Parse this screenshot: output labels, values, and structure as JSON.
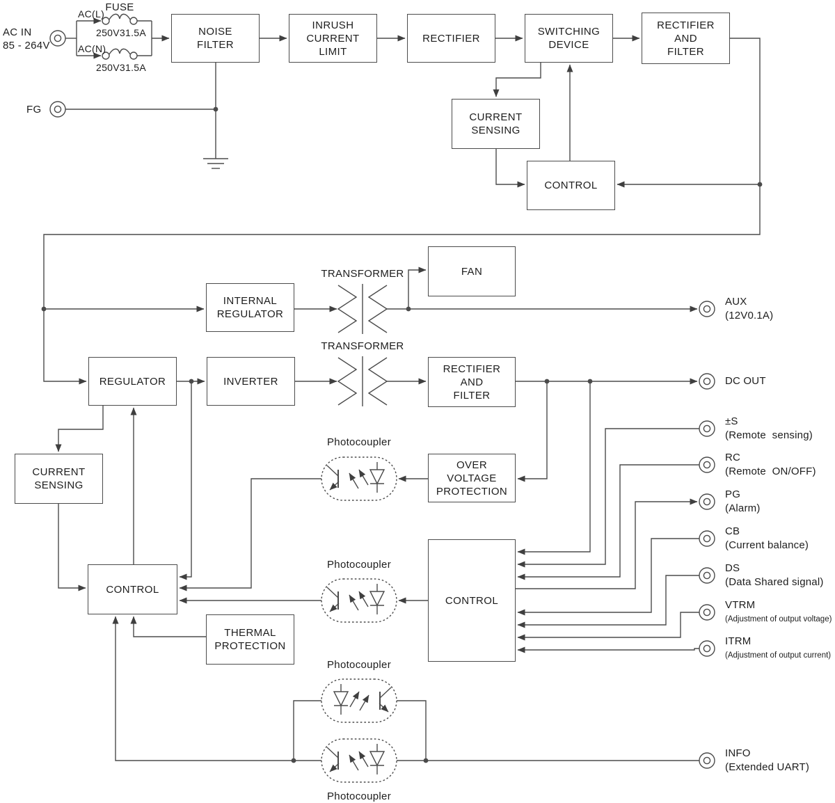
{
  "colors": {
    "line": "#4b4b4b",
    "text": "#1d1d1d",
    "background": "#ffffff"
  },
  "input_section": {
    "ac_in_line1": "AC IN",
    "ac_in_line2": "85 - 264V",
    "fg": "FG",
    "fuse": "FUSE",
    "ac_l": "AC(L)",
    "ac_n": "AC(N)",
    "fuse_rating_l": "250V31.5A",
    "fuse_rating_n": "250V31.5A"
  },
  "blocks": {
    "noise_filter": {
      "label": "NOISE\nFILTER"
    },
    "inrush_current_limit": {
      "label": "INRUSH\nCURRENT\nLIMIT"
    },
    "rectifier": {
      "label": "RECTIFIER"
    },
    "switching_device": {
      "label": "SWITCHING\nDEVICE"
    },
    "rectifier_and_filter_primary": {
      "label": "RECTIFIER\nAND\nFILTER"
    },
    "current_sensing_primary": {
      "label": "CURRENT\nSENSING"
    },
    "control_primary": {
      "label": "CONTROL"
    },
    "fan": {
      "label": "FAN"
    },
    "internal_regulator": {
      "label": "INTERNAL\nREGULATOR"
    },
    "regulator": {
      "label": "REGULATOR"
    },
    "inverter": {
      "label": "INVERTER"
    },
    "rectifier_and_filter_secondary": {
      "label": "RECTIFIER\nAND\nFILTER"
    },
    "over_voltage_protection": {
      "label": "OVER\nVOLTAGE\nPROTECTION"
    },
    "current_sensing_secondary": {
      "label": "CURRENT\nSENSING"
    },
    "control_secondary": {
      "label": "CONTROL"
    },
    "control_output": {
      "label": "CONTROL"
    },
    "thermal_protection": {
      "label": "THERMAL\nPROTECTION"
    }
  },
  "labels": {
    "transformer_1": "TRANSFORMER",
    "transformer_2": "TRANSFORMER",
    "photocoupler_1": "Photocoupler",
    "photocoupler_2": "Photocoupler",
    "photocoupler_3": "Photocoupler",
    "photocoupler_4": "Photocoupler"
  },
  "terminals": {
    "aux": {
      "name": "AUX",
      "desc": "(12V0.1A)"
    },
    "dc_out": {
      "name": "DC OUT",
      "desc": ""
    },
    "sense": {
      "name": "±S",
      "desc": "(Remote  sensing)"
    },
    "rc": {
      "name": "RC",
      "desc": "(Remote  ON/OFF)"
    },
    "pg": {
      "name": "PG",
      "desc": "(Alarm)"
    },
    "cb": {
      "name": "CB",
      "desc": "(Current balance)"
    },
    "ds": {
      "name": "DS",
      "desc": "(Data Shared signal)"
    },
    "vtrm": {
      "name": "VTRM",
      "desc": "(Adjustment of output voltage)"
    },
    "itrm": {
      "name": "ITRM",
      "desc": "(Adjustment of output current)"
    },
    "info": {
      "name": "INFO",
      "desc": "(Extended UART)"
    }
  }
}
